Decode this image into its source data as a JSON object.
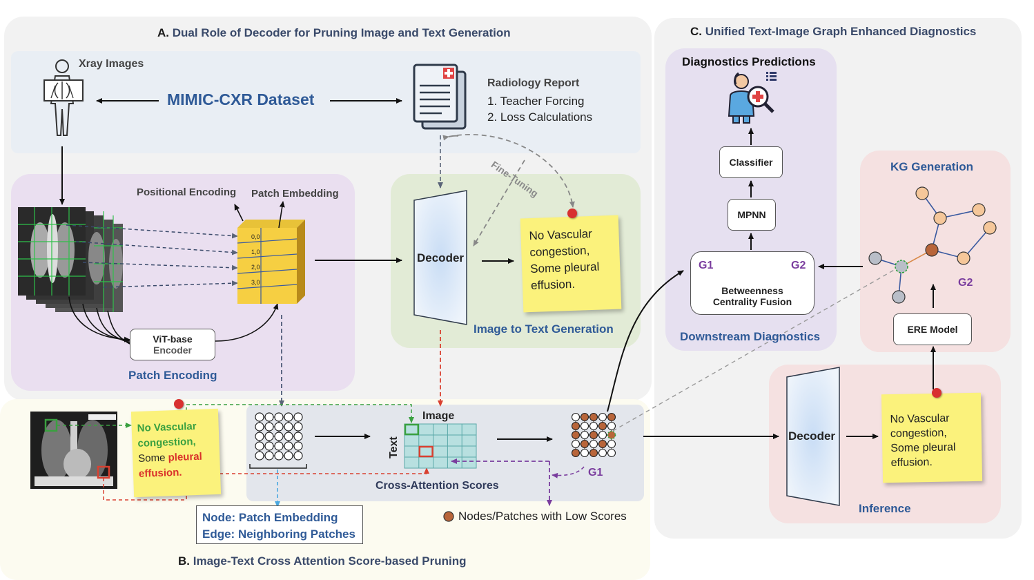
{
  "sectionA": {
    "title_letter": "A.",
    "title_text": "Dual Role of Decoder for Pruning Image and Text Generation",
    "xray_label": "Xray Images",
    "dataset_label": "MIMIC-CXR Dataset",
    "report_title": "Radiology Report",
    "report_item1": "1. Teacher Forcing",
    "report_item2": "2. Loss Calculations",
    "fine_tuning": "Fine-Tuning",
    "positional_encoding": "Positional Encoding",
    "patch_embedding": "Patch Embedding",
    "patch_indices": [
      "0,0",
      "1,0",
      "2,0",
      "3,0"
    ],
    "vit_line1": "ViT-base",
    "vit_line2": "Encoder",
    "patch_encoding": "Patch Encoding",
    "decoder": "Decoder",
    "note_text": "No Vascular congestion, Some pleural effusion.",
    "img2text": "Image to Text Generation"
  },
  "sectionB": {
    "title_letter": "B.",
    "title_text": "Image-Text Cross Attention Score-based Pruning",
    "note_part1": "No Vascular congestion,",
    "note_part2": "Some",
    "note_part3": "pleural effusion.",
    "image_label": "Image",
    "text_label": "Text",
    "cross_attention": "Cross-Attention Scores",
    "g1": "G1",
    "node_line": "Node: Patch Embedding",
    "edge_line": "Edge: Neighboring Patches",
    "legend": "Nodes/Patches with Low Scores"
  },
  "sectionC": {
    "title_letter": "C.",
    "title_text": "Unified Text-Image Graph Enhanced Diagnostics",
    "diag_pred": "Diagnostics Predictions",
    "classifier": "Classifier",
    "mpnn": "MPNN",
    "g1": "G1",
    "g2": "G2",
    "fusion_line1": "Betweenness",
    "fusion_line2": "Centrality Fusion",
    "downstream": "Downstream Diagnostics",
    "kg_generation": "KG Generation",
    "kg_g2": "G2",
    "ere": "ERE Model",
    "decoder": "Decoder",
    "note_text": "No Vascular congestion, Some pleural effusion.",
    "inference": "Inference"
  },
  "colors": {
    "panel_gray": "#f2f2f2",
    "dataset_blue": "#e9eef4",
    "patch_purple": "#eadff0",
    "gen_green": "#e2ebd6",
    "section_b": "#fcfbf0",
    "crossattn_gray": "#e3e6ec",
    "diag_purple": "#e6e0f0",
    "kg_pink": "#f5e1e1",
    "note_yellow": "#fbf27c",
    "grid_teal": "#b8e0e0",
    "node_brown": "#b8653a",
    "label_blue": "#2f5a97",
    "g_purple": "#7a3d9e"
  }
}
